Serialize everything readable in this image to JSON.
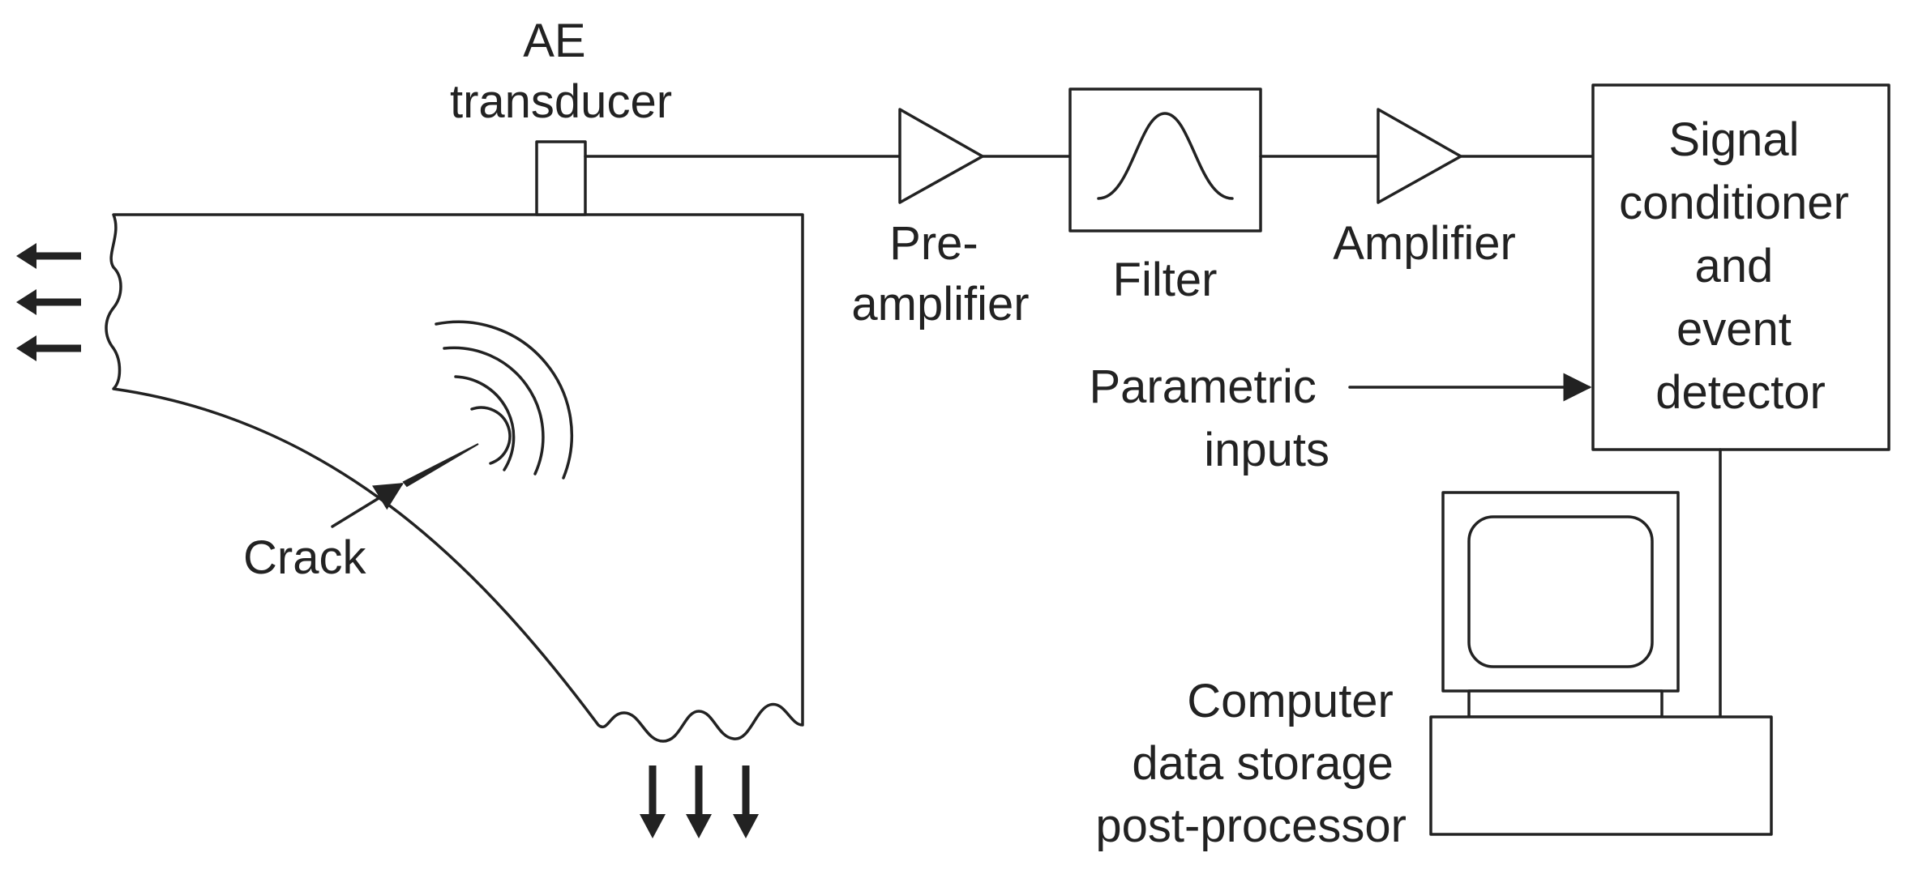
{
  "labels": {
    "ae_transducer": [
      "AE",
      "transducer"
    ],
    "pre_amplifier": [
      "Pre-",
      "amplifier"
    ],
    "filter": "Filter",
    "amplifier": "Amplifier",
    "signal_conditioner": [
      "Signal",
      "conditioner",
      "and",
      "event",
      "detector"
    ],
    "parametric_inputs": [
      "Parametric",
      "inputs"
    ],
    "crack": "Crack",
    "computer": [
      "Computer",
      "data storage",
      "post-processor"
    ]
  }
}
